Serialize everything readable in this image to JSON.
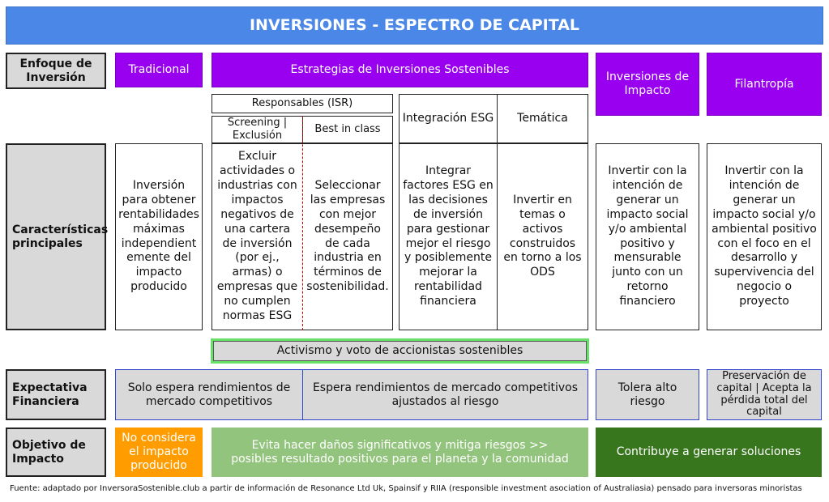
{
  "title": "INVERSIONES - ESPECTRO DE CAPITAL",
  "rows": {
    "enfoque": "Enfoque de Inversión",
    "caracteristicas": "Características principales",
    "expectativa": "Expectativa Financiera",
    "objetivo": "Objetivo de Impacto"
  },
  "headers": {
    "tradicional": "Tradicional",
    "sostenibles": "Estrategias de Inversiones Sostenibles",
    "impacto": "Inversiones de Impacto",
    "filantropia": "Filantropía",
    "responsables": "Responsables (ISR)",
    "screening": "Screening | Exclusión",
    "best_in_class": "Best in class",
    "integracion_esg": "Integración ESG",
    "tematica": "Temática"
  },
  "characteristics": {
    "tradicional": "Inversión para obtener rentabilidades máximas independient emente del impacto producido",
    "screening": "Excluir actividades o industrias con impactos negativos de una cartera de inversión (por ej., armas) o empresas que no cumplen normas ESG",
    "best_in_class": "Seleccionar las empresas con mejor desempeño de cada industria en términos de sostenibilidad.",
    "integracion_esg": "Integrar factores ESG en las decisiones de inversión para gestionar mejor el riesgo y posiblemente mejorar la rentabilidad financiera",
    "tematica": "Invertir en temas o activos construidos en torno a los ODS",
    "impacto": "Invertir con la intención de generar un impacto social y/o ambiental positivo y mensurable junto con un retorno financiero",
    "filantropia": "Invertir con la intención de generar un impacto social y/o ambiental positivo con el foco en el desarrollo y supervivencia del negocio o proyecto"
  },
  "activism": "Activismo y voto de accionistas sostenibles",
  "expectations": {
    "tradicional": "Solo espera rendimientos de mercado competitivos",
    "sostenibles": "Espera rendimientos de mercado competitivos ajustados al riesgo",
    "impacto": "Tolera alto riesgo",
    "filantropia": "Preservación de capital | Acepta la pérdida total del capital"
  },
  "objectives": {
    "tradicional": "No considera el impacto producido",
    "sostenibles": "Evita hacer daños significativos y mitiga riesgos >> posibles resultado positivos para el planeta y la comunidad",
    "impacto_filantropia": "Contribuye a generar soluciones"
  },
  "footer": "Fuente: adaptado por InversoraSostenible.club a partir de información de Resonance Ltd Uk, Spainsif y RIIA (responsible investment asociation of Australiasia) pensado para inversoras minoristas",
  "colors": {
    "title_bg": "#4a87e6",
    "purple": "#9900ef",
    "row_label_bg": "#d9d9d9",
    "orange": "#ff9c00",
    "light_green": "#93c47d",
    "dark_green": "#38761d",
    "activism_outline": "#66e066",
    "expectation_border": "#3344cc"
  }
}
